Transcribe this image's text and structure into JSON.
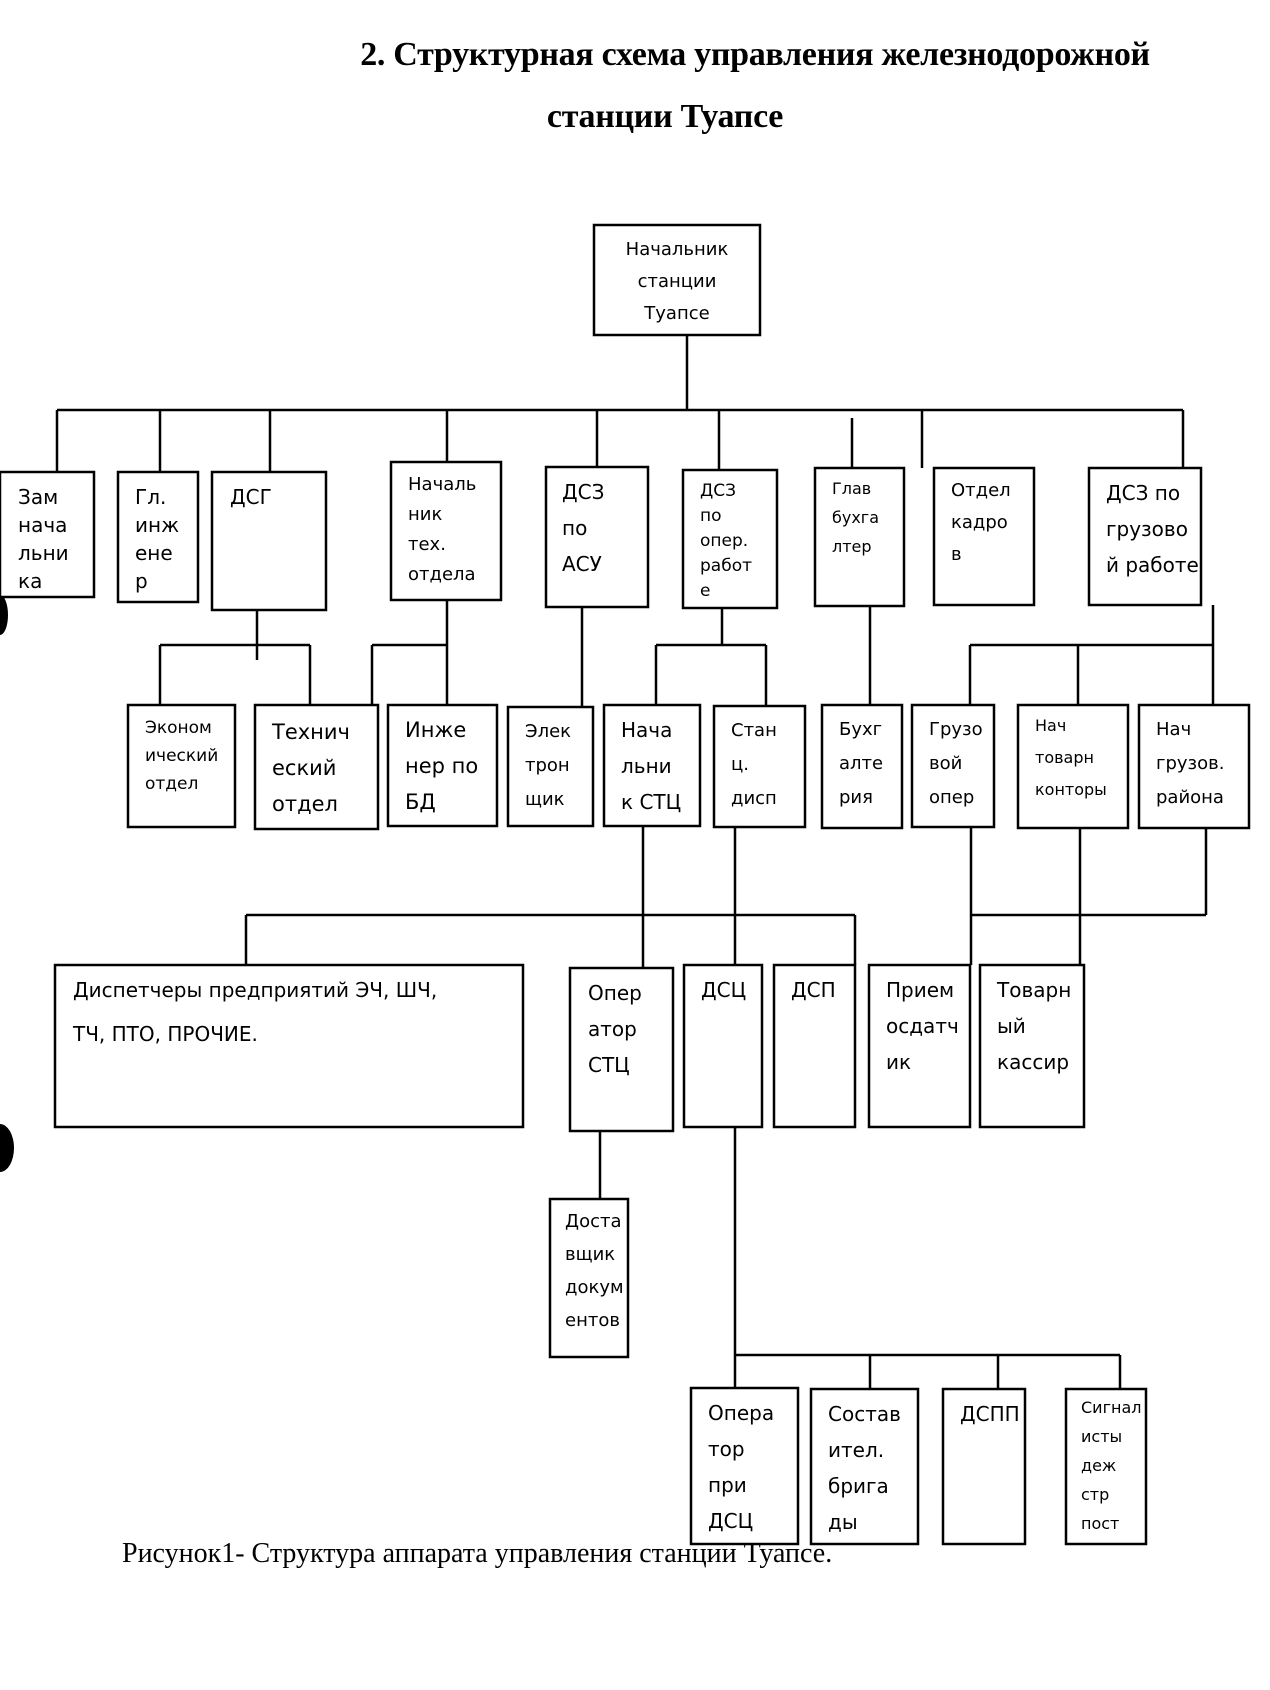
{
  "title": {
    "line1": "2. Структурная схема управления железнодорожной",
    "line2": "станции Туапсе"
  },
  "caption": "Рисунок1-  Структура аппарата управления станции Туапсе.",
  "nodes": [
    {
      "id": "head",
      "lines": [
        "Начальник",
        "станции",
        "Туапсе"
      ]
    },
    {
      "id": "deputy",
      "lines": [
        "Зам",
        "нача",
        "льни",
        "ка"
      ]
    },
    {
      "id": "chief-engineer",
      "lines": [
        "Гл.",
        "инж",
        "ене",
        "р"
      ]
    },
    {
      "id": "dsg",
      "lines": [
        "ДСГ"
      ]
    },
    {
      "id": "tech-dept-head",
      "lines": [
        "Началь",
        "ник",
        "тех.",
        "отдела"
      ]
    },
    {
      "id": "dsz-asu",
      "lines": [
        "ДСЗ",
        "по",
        "АСУ"
      ]
    },
    {
      "id": "dsz-oper",
      "lines": [
        "ДСЗ",
        "по",
        "опер.",
        "работ",
        "е"
      ]
    },
    {
      "id": "chief-accountant",
      "lines": [
        "Глав",
        "бухга",
        "лтер"
      ]
    },
    {
      "id": "hr-dept",
      "lines": [
        "Отдел",
        "кадро",
        "в"
      ]
    },
    {
      "id": "dsz-cargo",
      "lines": [
        "ДСЗ по",
        "грузово",
        "й работе"
      ]
    },
    {
      "id": "econ-dept",
      "lines": [
        "Эконом",
        "ический",
        "отдел"
      ]
    },
    {
      "id": "tech-dept",
      "lines": [
        "Технич",
        "еский",
        "отдел"
      ]
    },
    {
      "id": "safety-engineer",
      "lines": [
        "Инже",
        "нер по",
        "БД"
      ]
    },
    {
      "id": "electronics",
      "lines": [
        "Элек",
        "трон",
        "щик"
      ]
    },
    {
      "id": "stc-head",
      "lines": [
        "Нача",
        "льни",
        "к СТЦ"
      ]
    },
    {
      "id": "station-dispatcher",
      "lines": [
        "Стан",
        "ц.",
        "дисп"
      ]
    },
    {
      "id": "accounting",
      "lines": [
        "Бухг",
        "алте",
        "рия"
      ]
    },
    {
      "id": "cargo-operator",
      "lines": [
        "Грузо",
        "вой",
        "опер"
      ]
    },
    {
      "id": "freight-office-head",
      "lines": [
        "Нач",
        "товарн",
        "конторы"
      ]
    },
    {
      "id": "cargo-district-head",
      "lines": [
        "Нач",
        "грузов.",
        "района"
      ]
    },
    {
      "id": "enterprise-dispatchers",
      "lines": [
        "Диспетчеры предприятий ЭЧ, ШЧ,",
        "ТЧ, ПТО, ПРОЧИЕ."
      ]
    },
    {
      "id": "stc-operator",
      "lines": [
        "Опер",
        "атор",
        "СТЦ"
      ]
    },
    {
      "id": "dsc",
      "lines": [
        "ДСЦ"
      ]
    },
    {
      "id": "dsp",
      "lines": [
        "ДСП"
      ]
    },
    {
      "id": "receiver",
      "lines": [
        "Прием",
        "осдатч",
        "ик"
      ]
    },
    {
      "id": "freight-cashier",
      "lines": [
        "Товарн",
        "ый",
        "кассир"
      ]
    },
    {
      "id": "doc-courier",
      "lines": [
        "Доста",
        "вщик",
        "докум",
        "ентов"
      ]
    },
    {
      "id": "dsc-operator",
      "lines": [
        "Опера",
        "тор",
        "при",
        "ДСЦ"
      ]
    },
    {
      "id": "crews",
      "lines": [
        "Состав",
        "ител.",
        "брига",
        "ды"
      ]
    },
    {
      "id": "dspp",
      "lines": [
        "ДСПП"
      ]
    },
    {
      "id": "signalmen",
      "lines": [
        "Сигнал",
        "исты",
        "деж",
        "стр",
        "пост"
      ]
    }
  ]
}
